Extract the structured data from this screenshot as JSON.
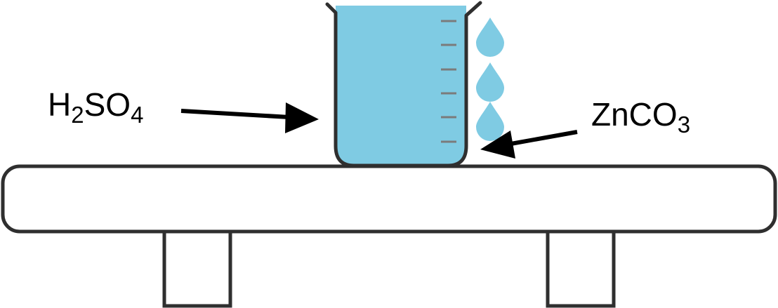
{
  "labels": {
    "acid": {
      "base": "H",
      "sub1": "2",
      "mid": "SO",
      "sub2": "4"
    },
    "carbonate": {
      "base": "ZnCO",
      "sub1": "3"
    }
  },
  "colors": {
    "liquid": "#7fcbe3",
    "outline": "#2f2f2f",
    "graduation": "#7b7b7b",
    "table_fill": "#ffffff"
  }
}
